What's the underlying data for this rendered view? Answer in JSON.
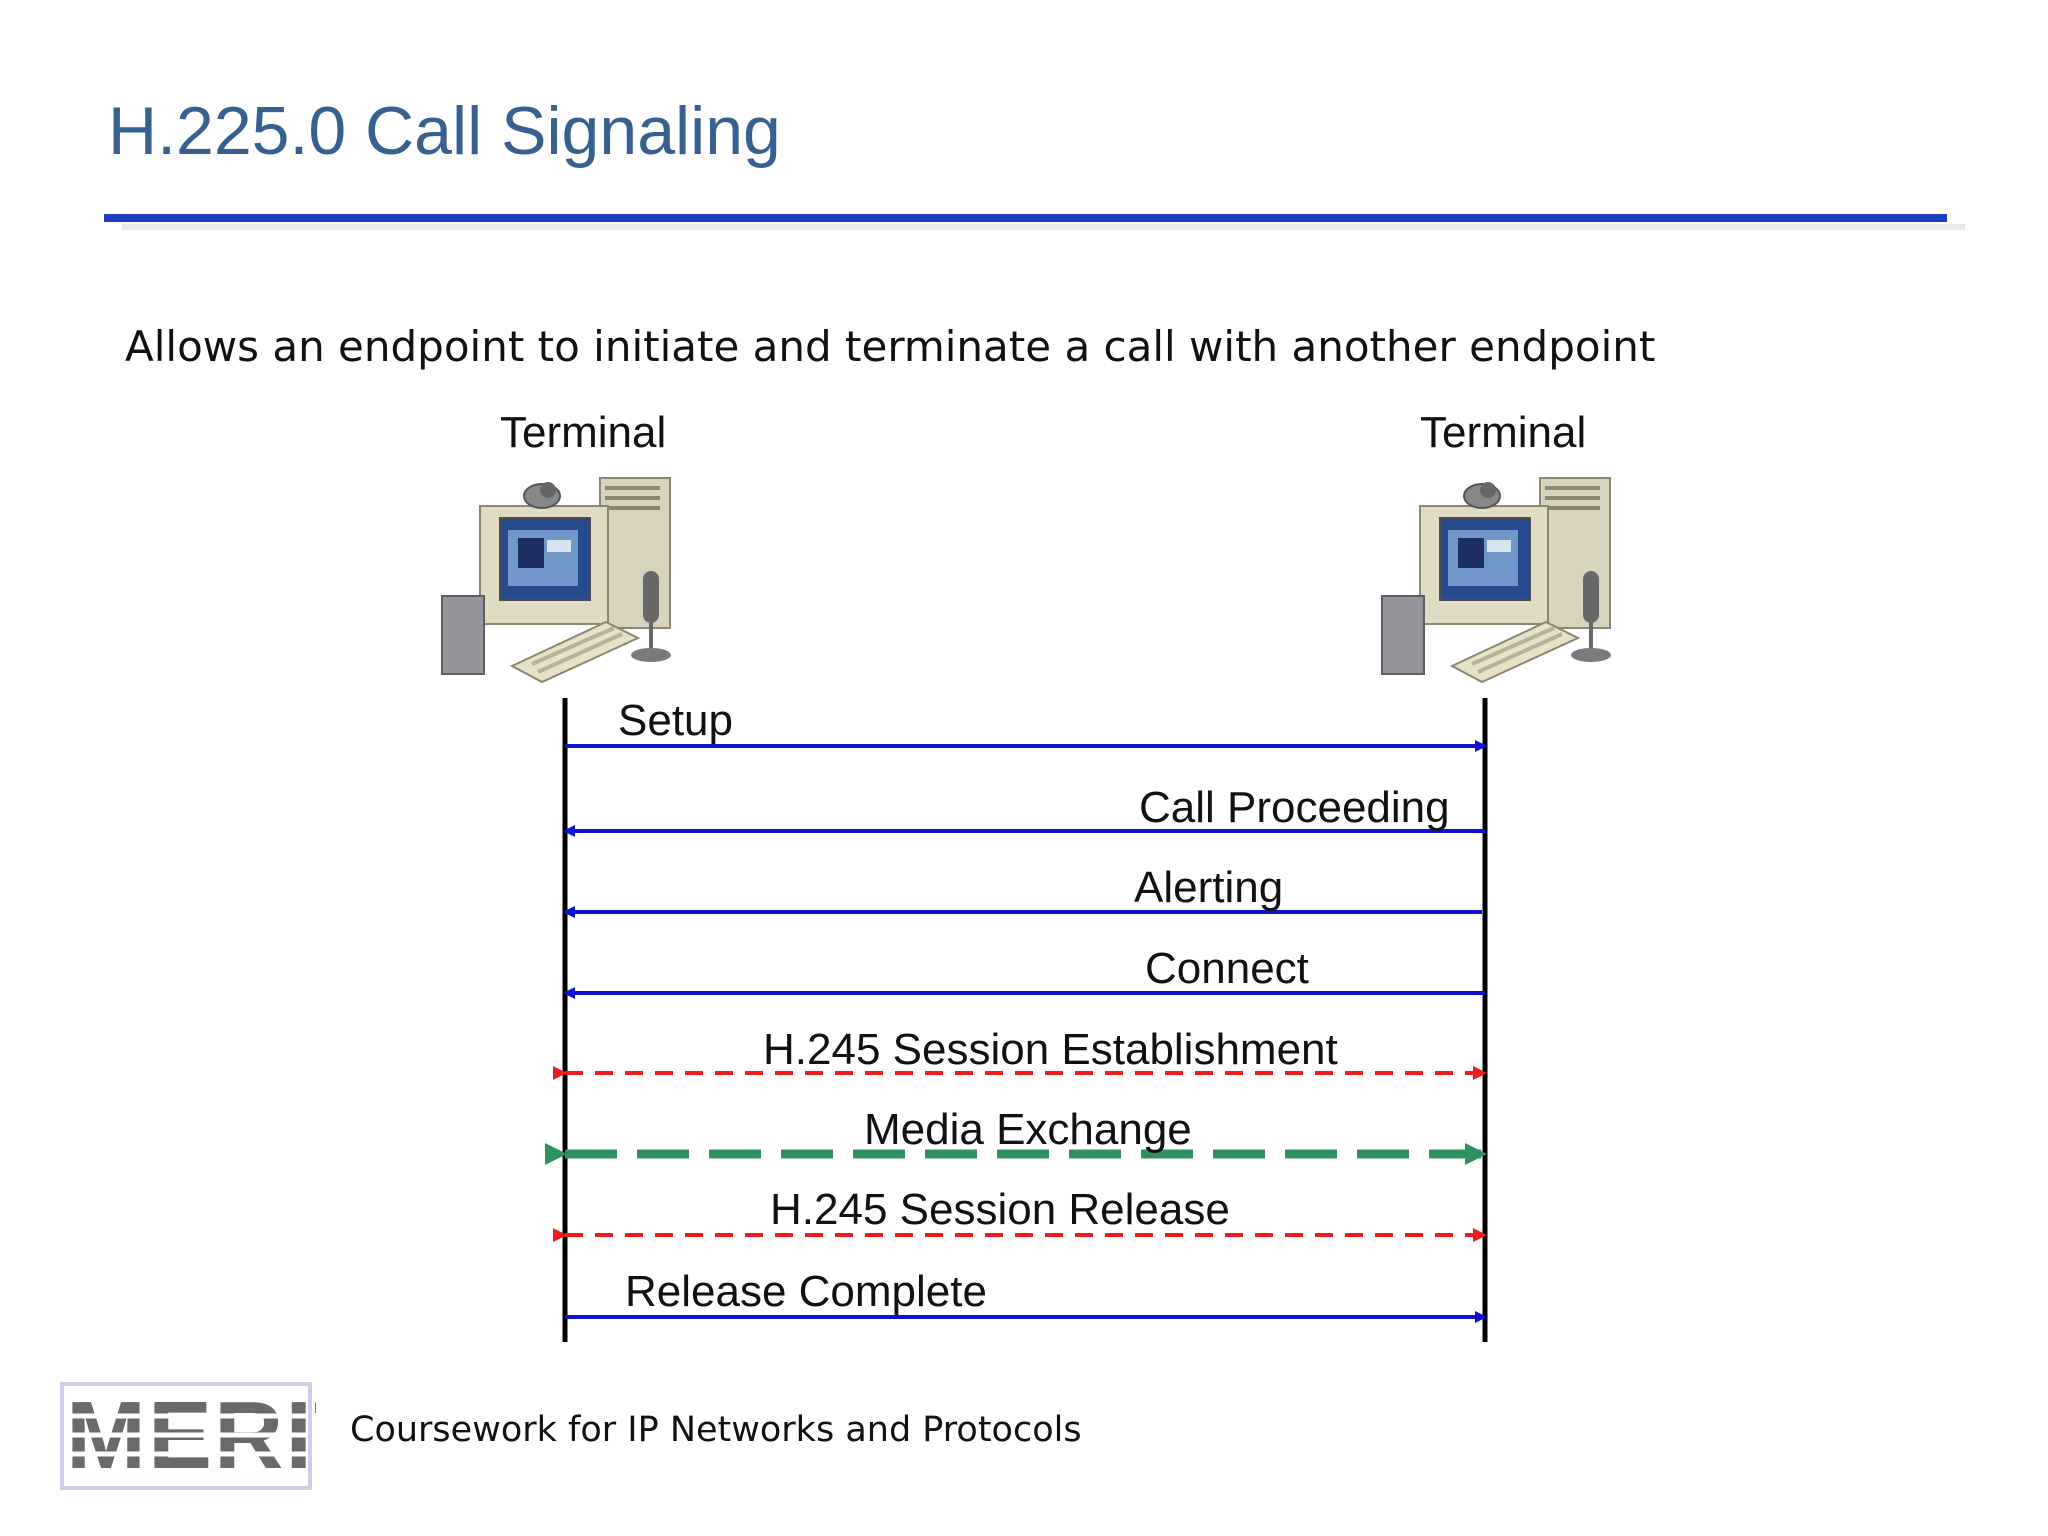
{
  "slide": {
    "title": "H.225.0 Call Signaling",
    "subtitle": "Allows an endpoint to initiate and terminate a call with another endpoint",
    "footer_text": "Coursework for IP Networks and Protocols",
    "logo_text": "MERIT"
  },
  "terminals": [
    {
      "label": "Terminal",
      "icon": "computer-terminal-icon"
    },
    {
      "label": "Terminal",
      "icon": "computer-terminal-icon"
    }
  ],
  "messages": [
    {
      "label": "Setup",
      "direction": "right",
      "style": "solid",
      "color": "#1010d0"
    },
    {
      "label": "Call Proceeding",
      "direction": "left",
      "style": "solid",
      "color": "#1010d0"
    },
    {
      "label": "Alerting",
      "direction": "left",
      "style": "solid",
      "color": "#1010d0"
    },
    {
      "label": "Connect",
      "direction": "left",
      "style": "solid",
      "color": "#1010d0"
    },
    {
      "label": "H.245 Session Establishment",
      "direction": "both",
      "style": "dashed",
      "color": "#ee1c1c"
    },
    {
      "label": "Media Exchange",
      "direction": "both",
      "style": "dashed-thick",
      "color": "#2f9060"
    },
    {
      "label": "H.245 Session Release",
      "direction": "both",
      "style": "dashed",
      "color": "#ee1c1c"
    },
    {
      "label": "Release Complete",
      "direction": "right",
      "style": "solid",
      "color": "#1010d0"
    }
  ],
  "colors": {
    "title": "#35608f",
    "title_rule": "#1f3fc1",
    "lifeline": "#000000"
  }
}
